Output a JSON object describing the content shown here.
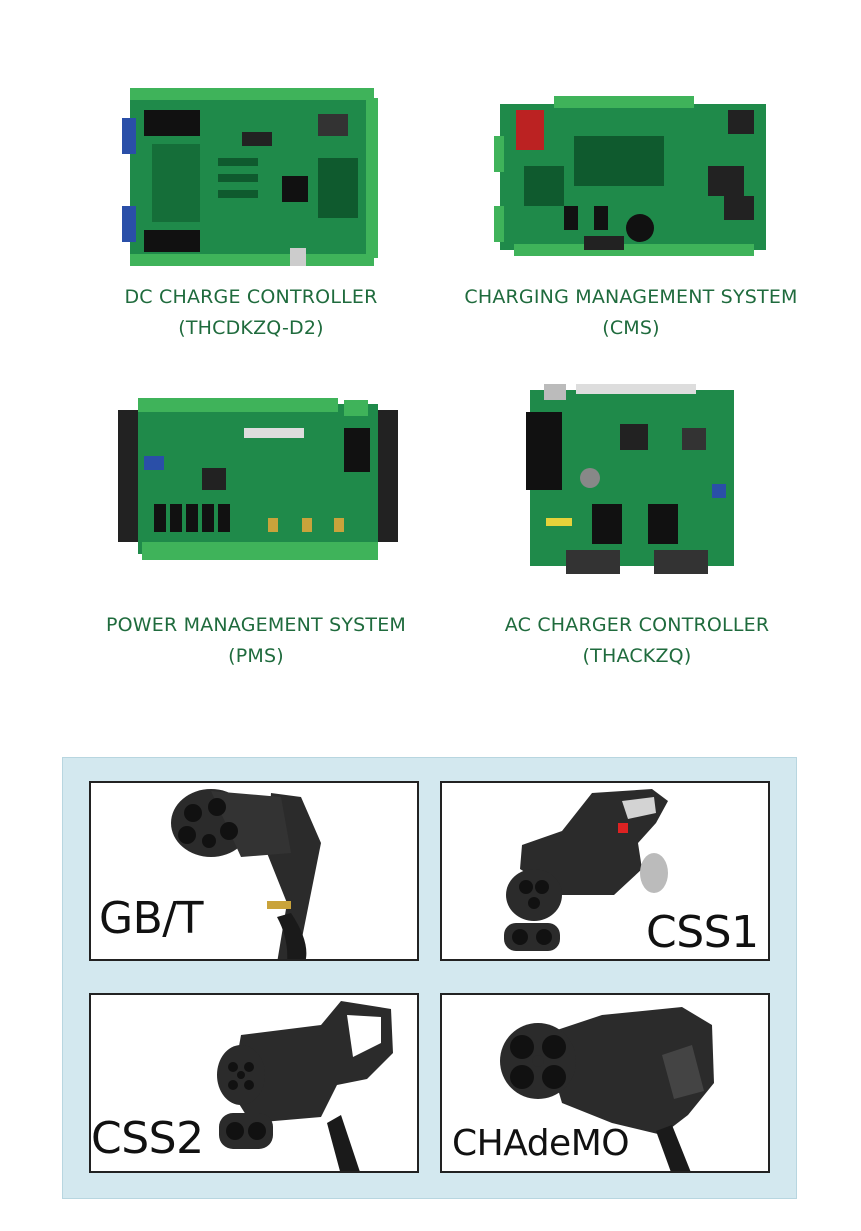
{
  "products": [
    {
      "line1": "DC CHARGE CONTROLLER",
      "line2": "(THCDKZQ-D2)"
    },
    {
      "line1": "CHARGING MANAGEMENT SYSTEM",
      "line2": "(CMS)"
    },
    {
      "line1": "POWER MANAGEMENT SYSTEM",
      "line2": "(PMS)"
    },
    {
      "line1": "AC CHARGER CONTROLLER",
      "line2": "(THACKZQ)"
    }
  ],
  "connectors": [
    {
      "label": "GB/T",
      "icon": "gbt-plug-icon"
    },
    {
      "label": "CSS1",
      "icon": "ccs1-plug-icon"
    },
    {
      "label": "CSS2",
      "icon": "ccs2-plug-icon"
    },
    {
      "label": "CHAdeMO",
      "icon": "chademo-plug-icon"
    }
  ],
  "colors": {
    "caption": "#1f6b3d",
    "pcb": "#1f8a4a",
    "terminal": "#3fb35a",
    "panel": "#d3e8ef",
    "plug": "#2b2b2b"
  }
}
